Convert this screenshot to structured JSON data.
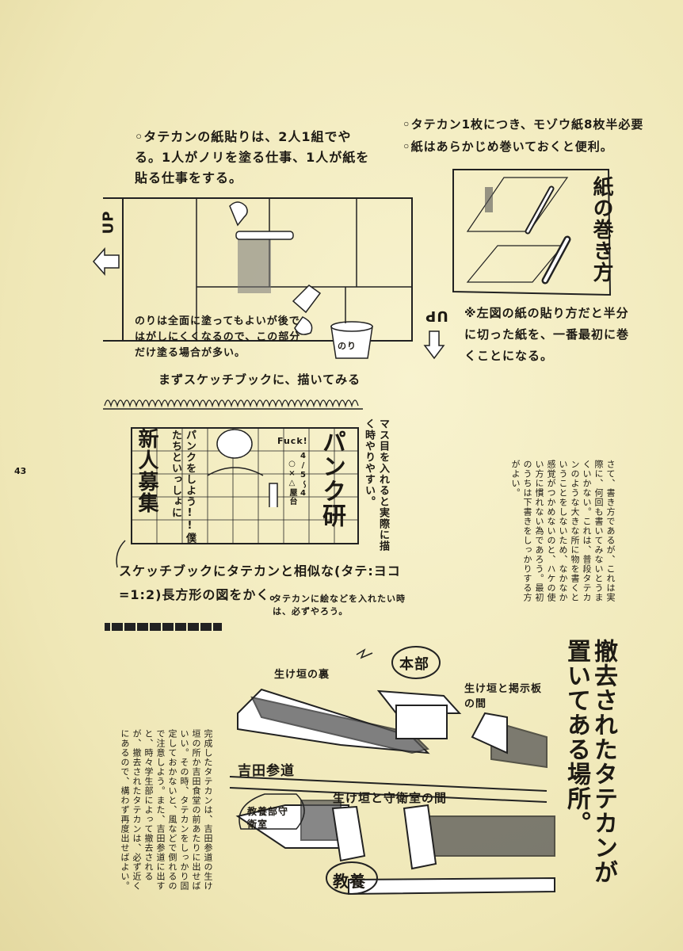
{
  "page_number": "43",
  "note_glue_pairs": "◦タテカンの紙貼りは、2人1組でやる。1人がノリを塗る仕事、1人が紙を貼る仕事をする。",
  "note_paper_count": "◦タテカン1枚につき、モゾウ紙8枚半必要",
  "note_paper_roll": "◦紙はあらかじめ巻いておくと便利。",
  "roll_label": "紙の巻き方",
  "up_label": "UP",
  "down_label": "UP",
  "glue_note": "のりは全面に塗ってもよいが後ではがしにくくなるので、この部分だけ塗る場合が多い。",
  "bucket_label": "のり",
  "roll_note": "※左図の紙の貼り方だと半分に切った紙を、一番最初に巻くことになる。",
  "sketch_heading": "まずスケッチブックに、描いてみる",
  "sketch_side_note": "マス目を入れると実際に描く時やりやすい。",
  "sketch_left_text": "新人募集",
  "sketch_mid_text": "パンクをしよう!!僕たちといっしょに",
  "sketch_shout": "Fuck!",
  "sketch_right_text": "パンク研",
  "sketch_date": "4/5〜4",
  "sketch_place": "○×△屋台",
  "sketch_caption": "スケッチブックにタテカンと相似な(タテ:ヨコ=1:2)長方形の図をかく。",
  "sketch_caption_small": "タテカンに絵などを入れたい時は、必ずやろう。",
  "body_right": "さて、書き方であるが、これは実際に、何回も書いてみないとうまくいかない。これは、普段タテカンのような大きな所に物を書くということをしないため、なかなか感覚がつかめないのと、ハケの使い方に慣れない為であろう。最初のうちは下書きをしっかりする方がよい。",
  "body_left": "完成したタテカンは、吉田参道の生け垣の所か吉田食堂の前あたりに出せばいい。その時、タテカンをしっかり固定しておかないと、風などで倒れるので注意しよう。また、吉田参道に出すと、時々学生部によって撤去されるが、撤去されたタテカンは、必ず近くにあるので、構わず再度出せばよい。",
  "map_title": "撤去されたタテカンが置いてある場所。",
  "label_honbu": "本部",
  "label_hedge_back": "生け垣の裏",
  "label_hedge_board": "生け垣と掲示板の間",
  "label_yoshida": "吉田参道",
  "label_hedge_guard": "生け垣と守衛室の間",
  "label_guard_room": "教養部守衛室",
  "label_kyoyo": "教養"
}
